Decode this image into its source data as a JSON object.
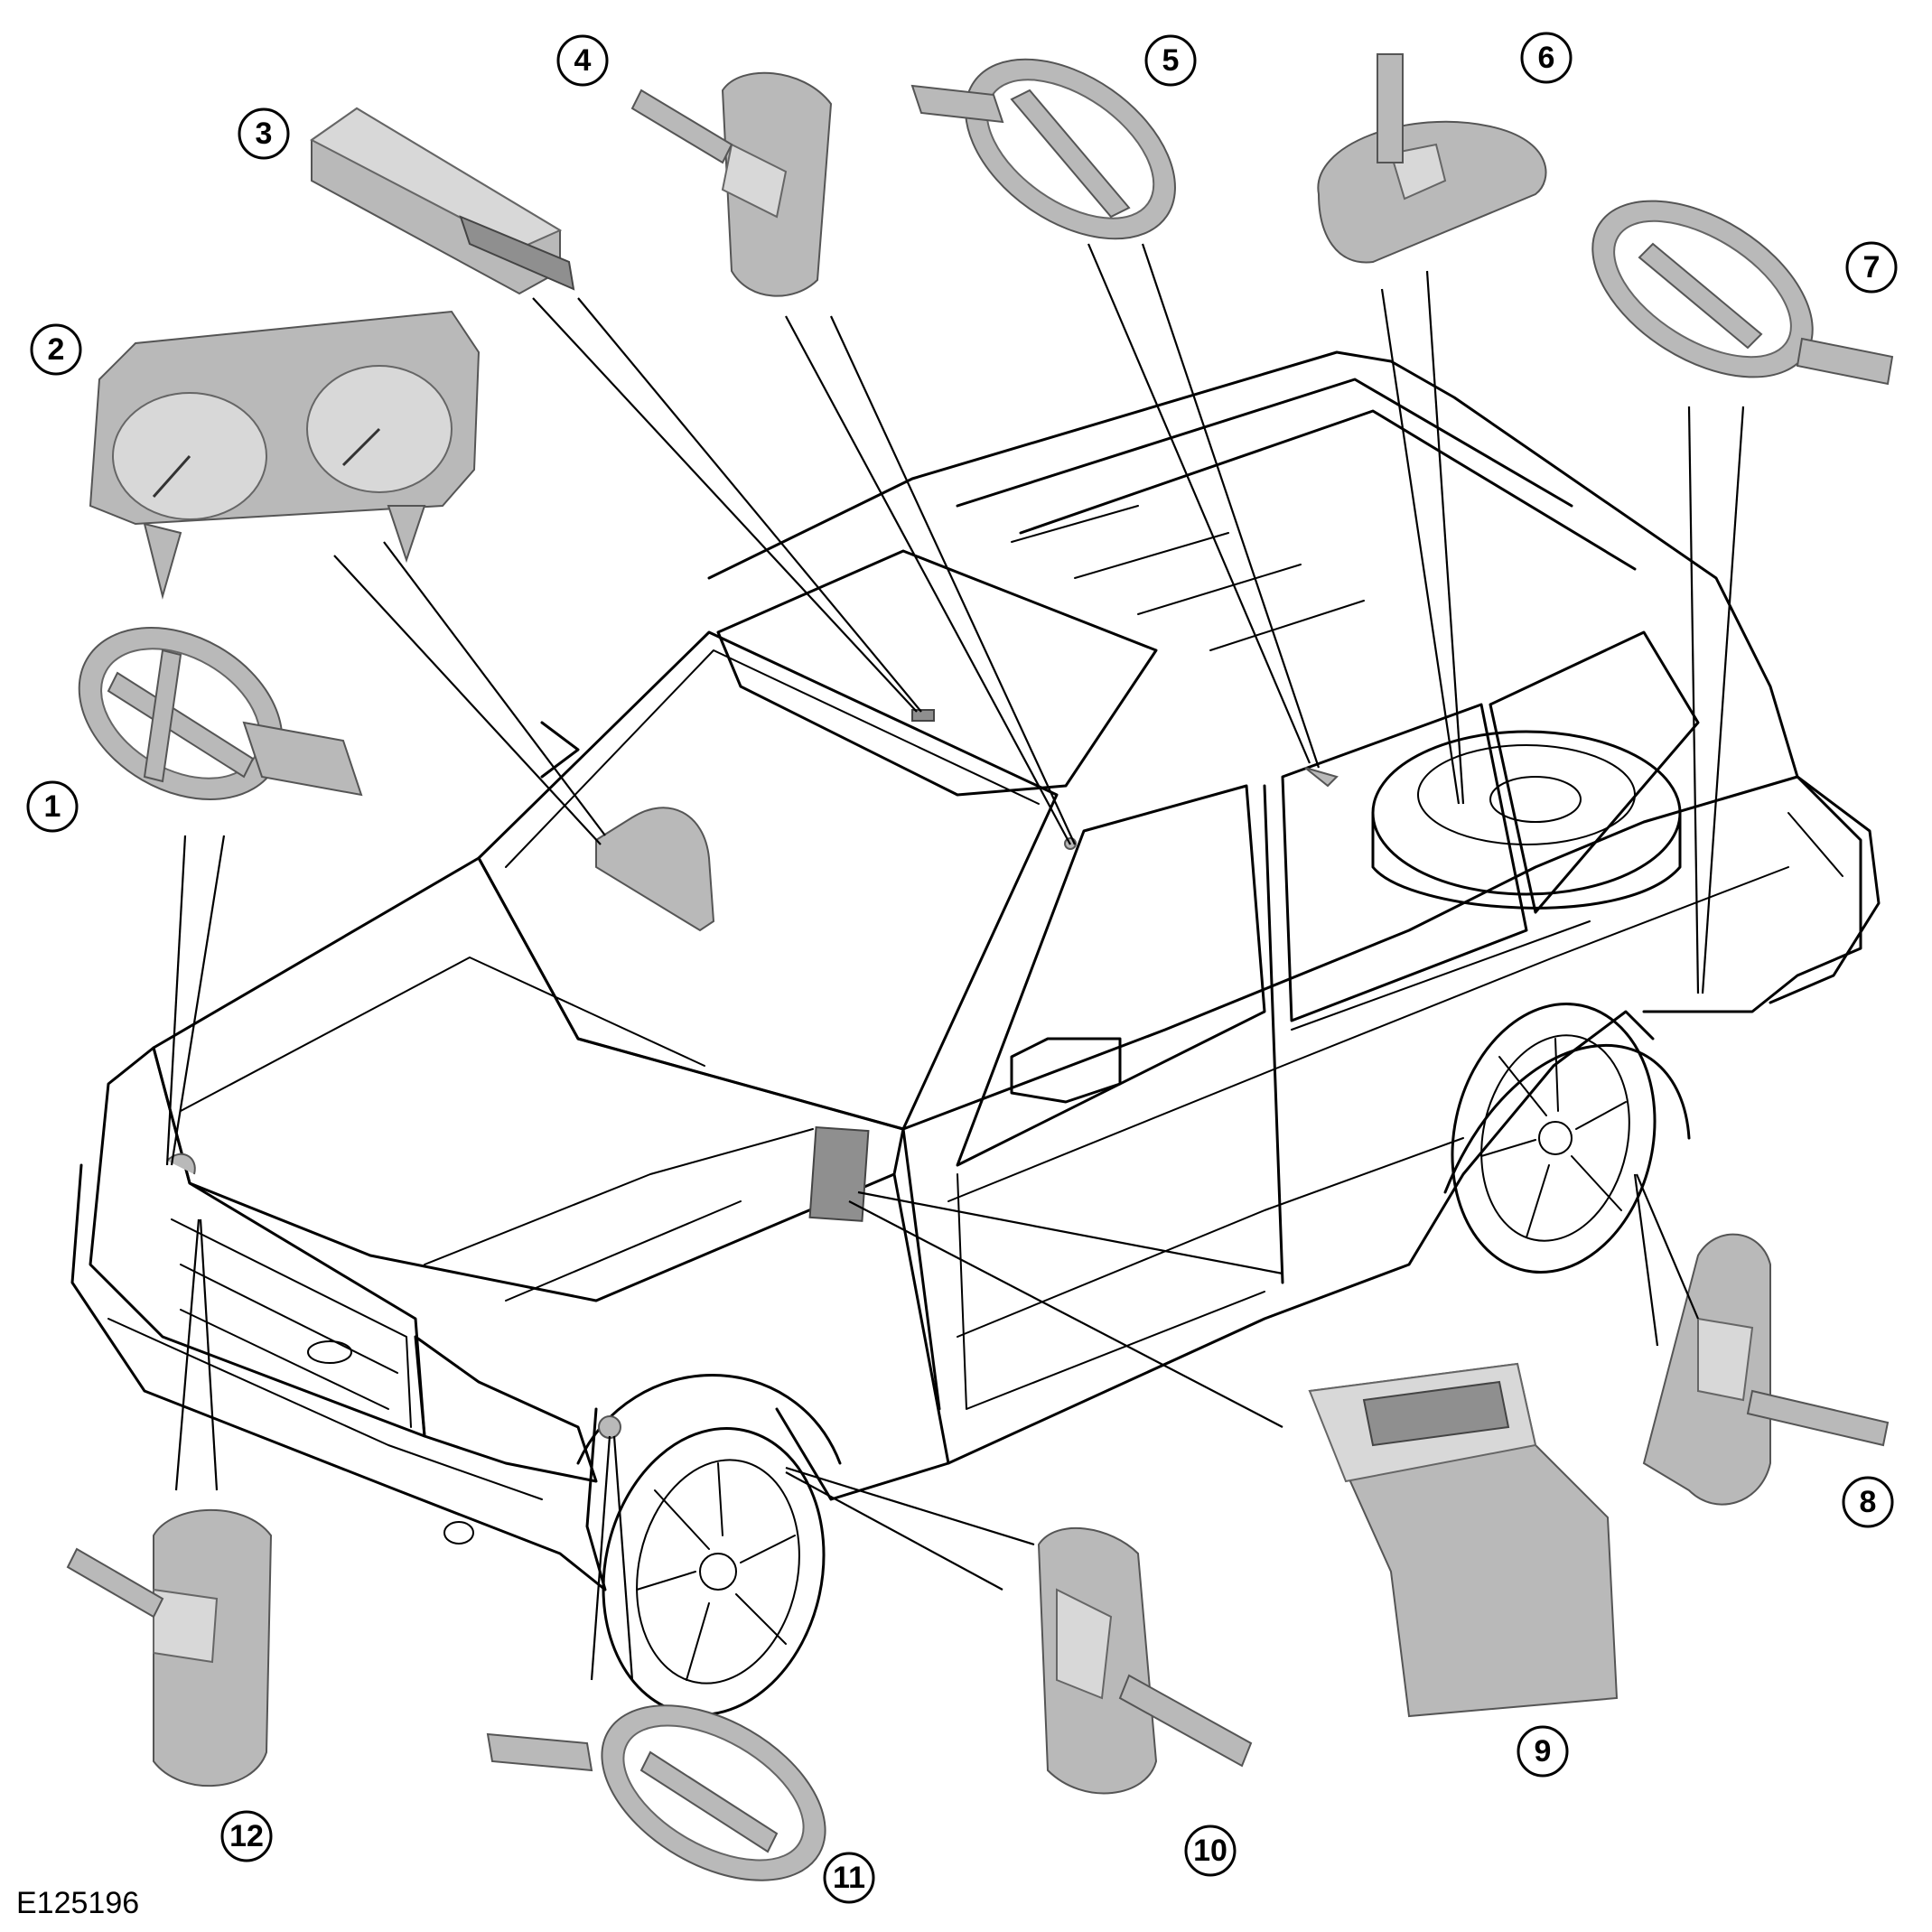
{
  "reference_code": "E125196",
  "callouts": [
    {
      "id": "1",
      "label": "1"
    },
    {
      "id": "2",
      "label": "2"
    },
    {
      "id": "3",
      "label": "3"
    },
    {
      "id": "4",
      "label": "4"
    },
    {
      "id": "5",
      "label": "5"
    },
    {
      "id": "6",
      "label": "6"
    },
    {
      "id": "7",
      "label": "7"
    },
    {
      "id": "8",
      "label": "8"
    },
    {
      "id": "9",
      "label": "9"
    },
    {
      "id": "10",
      "label": "10"
    },
    {
      "id": "11",
      "label": "11"
    },
    {
      "id": "12",
      "label": "12"
    }
  ]
}
